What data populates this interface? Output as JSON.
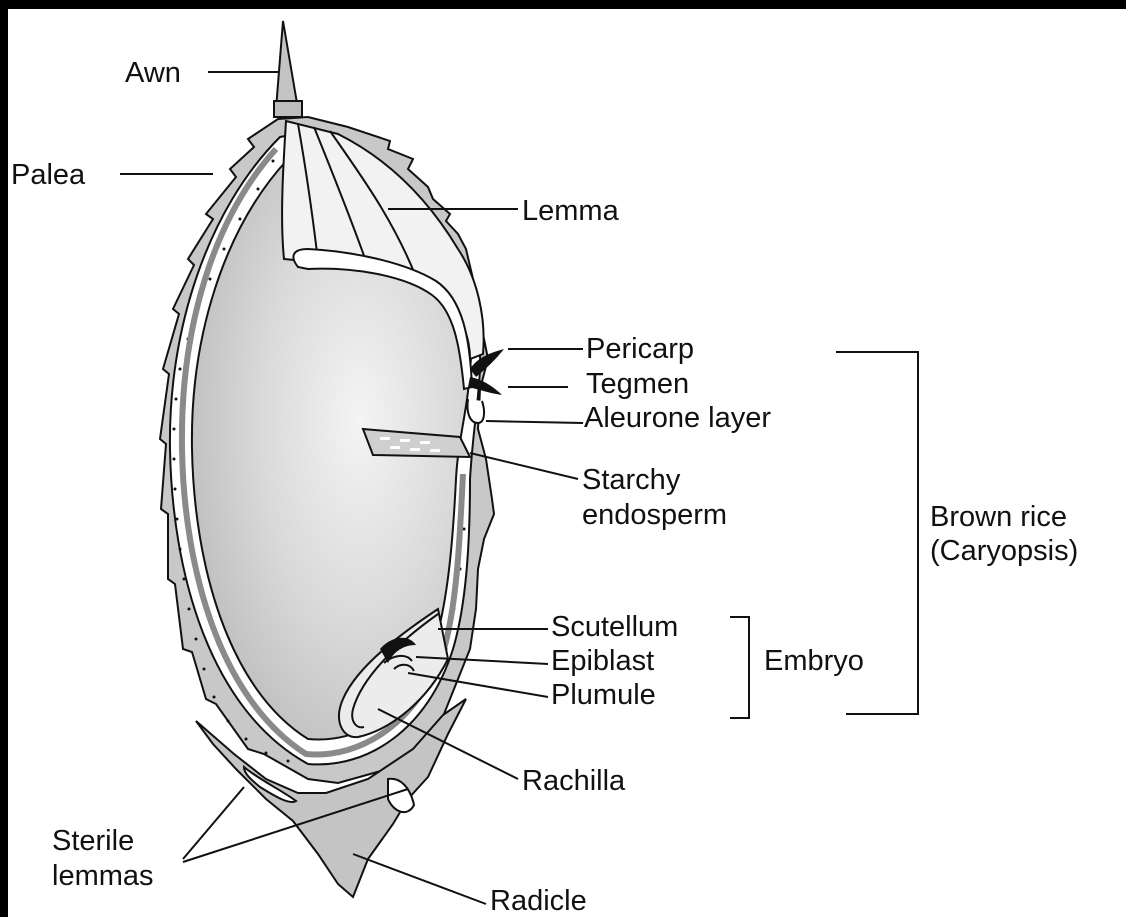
{
  "diagram": {
    "parts": {
      "awn": "Awn",
      "palea": "Palea",
      "lemma": "Lemma",
      "pericarp": "Pericarp",
      "tegmen": "Tegmen",
      "aleurone": "Aleurone layer",
      "starchy_line1": "Starchy",
      "starchy_line2": "endosperm",
      "scutellum": "Scutellum",
      "epiblast": "Epiblast",
      "plumule": "Plumule",
      "rachilla": "Rachilla",
      "sterile_line1": "Sterile",
      "sterile_line2": "lemmas",
      "radicle": "Radicle"
    },
    "groups": {
      "brown_rice_line1": "Brown rice",
      "brown_rice_line2": "(Caryopsis)",
      "embryo": "Embryo"
    },
    "colors": {
      "frame": "#000000",
      "hull": "#c8c8c8",
      "endosperm": "#d4d4d4",
      "outline": "#111111"
    }
  }
}
